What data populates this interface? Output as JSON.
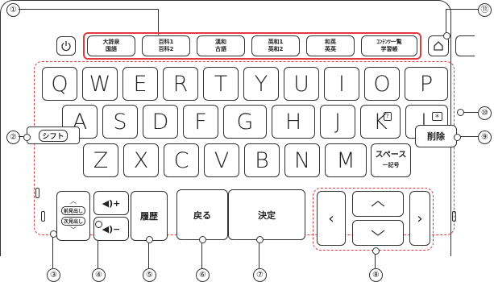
{
  "callouts": [
    "①",
    "②",
    "③",
    "④",
    "⑤",
    "⑥",
    "⑦",
    "⑧",
    "⑨",
    "⑩",
    "⑪"
  ],
  "dict_keys": [
    {
      "line1": "大辞泉",
      "line2": "国語"
    },
    {
      "line1": "百科1",
      "line2": "百科2"
    },
    {
      "line1": "漢和",
      "line2": "古語"
    },
    {
      "line1": "英和1",
      "line2": "英和2"
    },
    {
      "line1": "和英",
      "line2": "英英"
    },
    {
      "line1": "ｺﾝﾃﾝﾂ一覧",
      "line2": "学習帳"
    }
  ],
  "row1": [
    "Q",
    "W",
    "E",
    "R",
    "T",
    "Y",
    "U",
    "I",
    "O",
    "P"
  ],
  "row2": [
    "A",
    "S",
    "D",
    "F",
    "G",
    "H",
    "J",
    "K",
    "L"
  ],
  "row3": [
    "Z",
    "X",
    "C",
    "V",
    "B",
    "N",
    "M"
  ],
  "shift_label": "シフト",
  "space_label": "スペース",
  "space_sub": "ー記号",
  "delete_label": "削除",
  "history_label": "履歴",
  "back_label": "戻る",
  "enter_label": "決定",
  "prev_heading": "前見出し",
  "next_heading": "次見出し",
  "vol_up": "◀)+",
  "vol_down": "◀)−",
  "k_sub": "?",
  "l_sub": "＊",
  "home_icon": "home-icon",
  "power_icon": "power-icon",
  "accent_color": "#e0393e"
}
